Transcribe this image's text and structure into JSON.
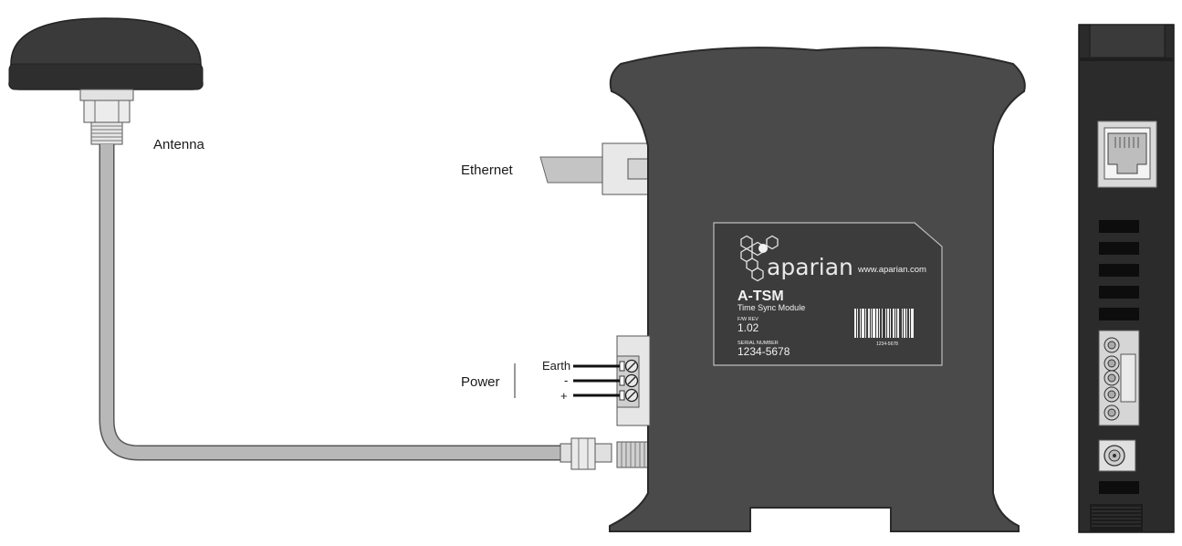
{
  "labels": {
    "antenna": "Antenna",
    "ethernet": "Ethernet",
    "power": "Power",
    "terminals": {
      "earth": "Earth",
      "minus": "-",
      "plus": "+"
    }
  },
  "device_label": {
    "brand": "aparian",
    "website": "www.aparian.com",
    "model": "A-TSM",
    "model_desc": "Time Sync Module",
    "fw_caption": "F/W REV",
    "fw_value": "1.02",
    "serial_caption": "SERIAL NUMBER",
    "serial_value": "1234-5678",
    "barcode_text": "1234-5678"
  },
  "colors": {
    "housing": "#4a4a4a",
    "housing_dark": "#2c2c2c",
    "label_panel": "#3c3c3c",
    "cable": "#b8b8b8",
    "connector": "#dcdcdc",
    "wire": "#111111"
  }
}
